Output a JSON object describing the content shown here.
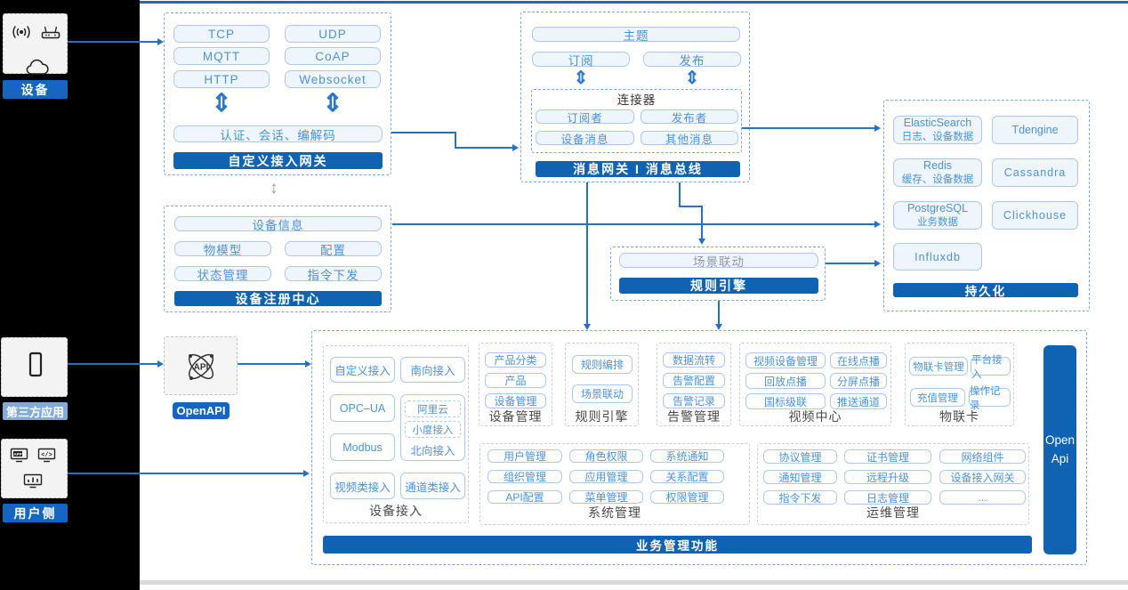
{
  "left_panel": {
    "device_label": "设备",
    "third_party_label": "第三方应用",
    "user_label": "用户侧"
  },
  "gateway": {
    "title": "自定义接入网关",
    "protocols": [
      "TCP",
      "UDP",
      "MQTT",
      "CoAP",
      "HTTP",
      "Websocket"
    ],
    "auth": "认证、会话、编解码"
  },
  "bus": {
    "title": "消息网关 I 消息总线",
    "topic": "主题",
    "subscribe": "订阅",
    "publish": "发布",
    "connector_title": "连接器",
    "connector_items": [
      "订阅者",
      "发布者",
      "设备消息",
      "其他消息"
    ]
  },
  "registry": {
    "title": "设备注册中心",
    "info": "设备信息",
    "items": [
      "物模型",
      "配置",
      "状态管理",
      "指令下发"
    ]
  },
  "rule_engine": {
    "title": "规则引擎",
    "item": "场景联动"
  },
  "persistence": {
    "title": "持久化",
    "stores": [
      {
        "name": "ElasticSearch",
        "desc": "日志、设备数据"
      },
      {
        "name": "Tdengine",
        "desc": ""
      },
      {
        "name": "Redis",
        "desc": "缓存、设备数据"
      },
      {
        "name": "Cassandra",
        "desc": ""
      },
      {
        "name": "PostgreSQL",
        "desc": "业务数据"
      },
      {
        "name": "Clickhouse",
        "desc": ""
      },
      {
        "name": "Influxdb",
        "desc": ""
      }
    ]
  },
  "openapi": {
    "label": "OpenAPI"
  },
  "open_api_bar": {
    "line1": "Open",
    "line2": "Api"
  },
  "business": {
    "title": "业务管理功能",
    "device_access": {
      "label": "设备接入",
      "items": [
        "自定义接入",
        "南向接入",
        "OPC–UA",
        "Modbus",
        "视频类接入",
        "通道类接入"
      ],
      "north_label": "北向接入",
      "north_subs": [
        "阿里云",
        "小度接入"
      ]
    },
    "device_mgmt": {
      "label": "设备管理",
      "items": [
        "产品分类",
        "产品",
        "设备管理"
      ]
    },
    "rule": {
      "label": "规则引擎",
      "items": [
        "规则编排",
        "场景联动"
      ]
    },
    "alarm": {
      "label": "告警管理",
      "items": [
        "数据流转",
        "告警配置",
        "告警记录"
      ]
    },
    "video": {
      "label": "视频中心",
      "items": [
        "视频设备管理",
        "在线点播",
        "回放点播",
        "分屏点播",
        "国标级联",
        "推送通道"
      ]
    },
    "iot_card": {
      "label": "物联卡",
      "items": [
        "物联卡管理",
        "平台接入",
        "充值管理",
        "操作记录"
      ]
    },
    "system": {
      "label": "系统管理",
      "items": [
        "用户管理",
        "角色权限",
        "系统通知",
        "组织管理",
        "应用管理",
        "关系配置",
        "API配置",
        "菜单管理",
        "权限管理"
      ]
    },
    "ops": {
      "label": "运维管理",
      "items": [
        "协议管理",
        "证书管理",
        "网络组件",
        "通知管理",
        "远程升级",
        "设备接入网关",
        "指令下发",
        "日志管理",
        "..."
      ]
    }
  },
  "colors": {
    "header_blue": "#0f63b2",
    "label_blue": "#1566c1",
    "label_light_blue": "#82abdc",
    "pill_border": "#abc9ec",
    "pill_text": "#4d92d4",
    "pill_bg": "#eff5fc",
    "dashed_blue": "#7aa6da",
    "arrow_blue": "#2471c5",
    "background_left": "#000000"
  },
  "glyphs": {
    "updown_blue": "⇕",
    "updown_gray": "↕"
  }
}
